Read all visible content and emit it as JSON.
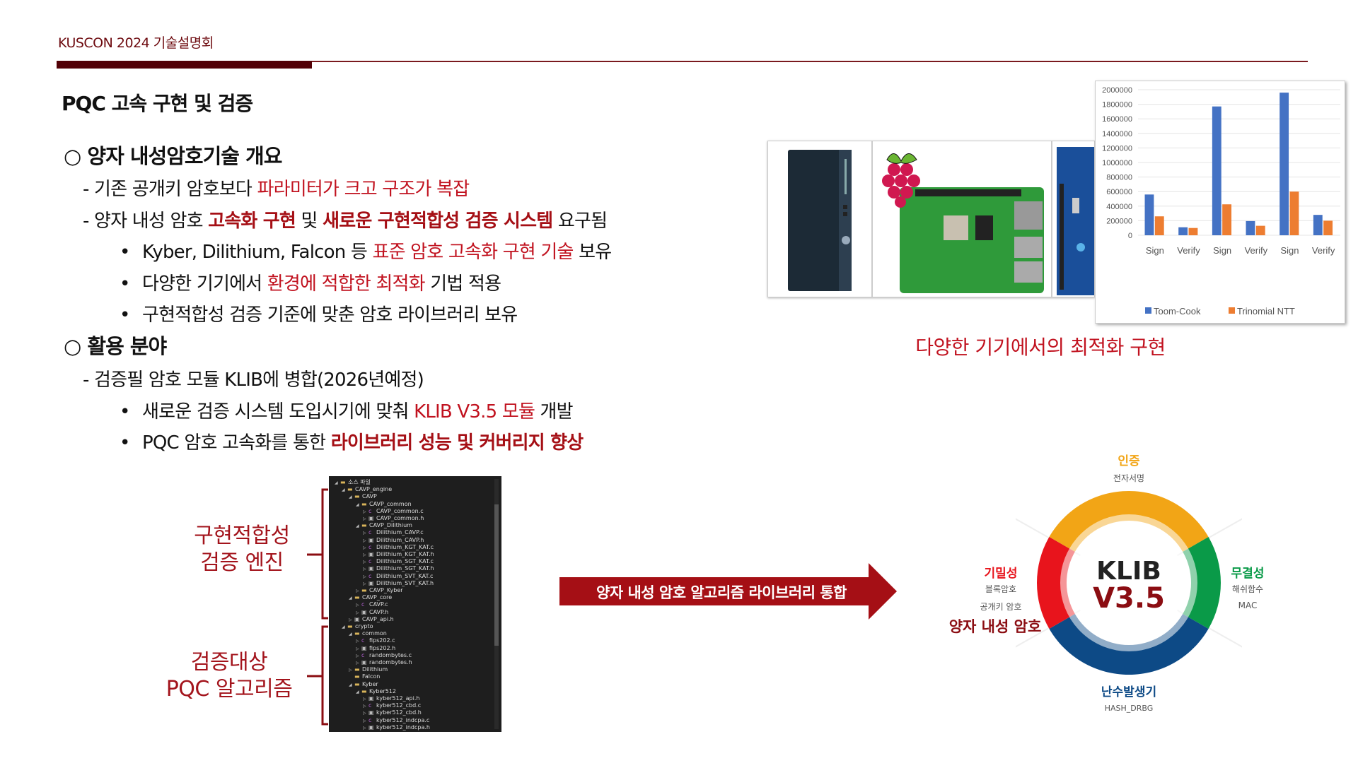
{
  "header": {
    "event": "KUSCON 2024 기술설명회"
  },
  "title": "PQC 고속 구현 및 검증",
  "sections": [
    {
      "heading": "○ 양자 내성암호기술 개요",
      "lines": [
        {
          "level": 1,
          "segments": [
            {
              "t": "- 기존 공개키 암호보다 ",
              "s": "n"
            },
            {
              "t": "파라미터가 크고 구조가 복잡",
              "s": "r"
            }
          ]
        },
        {
          "level": 1,
          "segments": [
            {
              "t": "- 양자 내성 암호 ",
              "s": "n"
            },
            {
              "t": "고속화 구현",
              "s": "b"
            },
            {
              "t": " 및 ",
              "s": "n"
            },
            {
              "t": "새로운 구현적합성 검증 시스템",
              "s": "b"
            },
            {
              "t": " 요구됨",
              "s": "n"
            }
          ]
        },
        {
          "level": 2,
          "segments": [
            {
              "t": "Kyber, Dilithium, Falcon 등 ",
              "s": "n"
            },
            {
              "t": "표준 암호 고속화 구현 기술",
              "s": "r"
            },
            {
              "t": " 보유",
              "s": "n"
            }
          ]
        },
        {
          "level": 2,
          "segments": [
            {
              "t": "다양한 기기에서 ",
              "s": "n"
            },
            {
              "t": "환경에 적합한 최적화",
              "s": "r"
            },
            {
              "t": " 기법 적용",
              "s": "n"
            }
          ]
        },
        {
          "level": 2,
          "segments": [
            {
              "t": "구현적합성 검증 기준에 맞춘 암호 라이브러리 보유",
              "s": "n"
            }
          ]
        }
      ]
    },
    {
      "heading": "○ 활용 분야",
      "lines": [
        {
          "level": 1,
          "segments": [
            {
              "t": "-  검증필 암호 모듈 KLIB에 병합(2026년예정)",
              "s": "n"
            }
          ]
        },
        {
          "level": 2,
          "segments": [
            {
              "t": "새로운 검증 시스템 도입시기에 맞춰 ",
              "s": "n"
            },
            {
              "t": "KLIB V3.5 모듈",
              "s": "r"
            },
            {
              "t": " 개발",
              "s": "n"
            }
          ]
        },
        {
          "level": 2,
          "segments": [
            {
              "t": "PQC 암호 고속화를 통한 ",
              "s": "n"
            },
            {
              "t": "라이브러리 성능 및 커버리지 향상",
              "s": "b"
            }
          ]
        }
      ]
    }
  ],
  "bullet": "•",
  "devices_caption": "다양한 기기에서의 최적화 구현",
  "chart_data": {
    "type": "bar",
    "categories": [
      "Sign",
      "Verify",
      "Sign",
      "Verify",
      "Sign",
      "Verify"
    ],
    "series": [
      {
        "name": "Toom-Cook",
        "color": "#4472c4",
        "values": [
          560000,
          110000,
          1770000,
          195000,
          1960000,
          280000
        ]
      },
      {
        "name": "Trinomial NTT",
        "color": "#ed7d31",
        "values": [
          260000,
          100000,
          425000,
          130000,
          600000,
          200000
        ]
      }
    ],
    "yticks": [
      0,
      200000,
      400000,
      600000,
      800000,
      1000000,
      1200000,
      1400000,
      1600000,
      1800000,
      2000000
    ],
    "ylim": [
      0,
      2000000
    ],
    "grid": true,
    "legend": "bottom"
  },
  "tree": [
    {
      "lv": 0,
      "a": "◢",
      "k": "fo",
      "n": "소스 파일"
    },
    {
      "lv": 1,
      "a": "◢",
      "k": "fo",
      "n": "CAVP_engine"
    },
    {
      "lv": 2,
      "a": "◢",
      "k": "fo",
      "n": "CAVP"
    },
    {
      "lv": 3,
      "a": "◢",
      "k": "fo",
      "n": "CAVP_common"
    },
    {
      "lv": 4,
      "a": "▷",
      "k": "c",
      "n": "CAVP_common.c"
    },
    {
      "lv": 4,
      "a": "▷",
      "k": "h",
      "n": "CAVP_common.h"
    },
    {
      "lv": 3,
      "a": "◢",
      "k": "fo",
      "n": "CAVP_Dilithium"
    },
    {
      "lv": 4,
      "a": "▷",
      "k": "c",
      "n": "Dilithium_CAVP.c"
    },
    {
      "lv": 4,
      "a": "▷",
      "k": "h",
      "n": "Dilithium_CAVP.h"
    },
    {
      "lv": 4,
      "a": "▷",
      "k": "c",
      "n": "Dilithium_KGT_KAT.c"
    },
    {
      "lv": 4,
      "a": "▷",
      "k": "h",
      "n": "Dilithium_KGT_KAT.h"
    },
    {
      "lv": 4,
      "a": "▷",
      "k": "c",
      "n": "Dilithium_SGT_KAT.c"
    },
    {
      "lv": 4,
      "a": "▷",
      "k": "h",
      "n": "Dilithium_SGT_KAT.h"
    },
    {
      "lv": 4,
      "a": "▷",
      "k": "c",
      "n": "Dilithium_SVT_KAT.c"
    },
    {
      "lv": 4,
      "a": "▷",
      "k": "h",
      "n": "Dilithium_SVT_KAT.h"
    },
    {
      "lv": 3,
      "a": "▷",
      "k": "fc",
      "n": "CAVP_Kyber"
    },
    {
      "lv": 2,
      "a": "◢",
      "k": "fo",
      "n": "CAVP_core"
    },
    {
      "lv": 3,
      "a": "▷",
      "k": "c",
      "n": "CAVP.c"
    },
    {
      "lv": 3,
      "a": "▷",
      "k": "h",
      "n": "CAVP.h"
    },
    {
      "lv": 2,
      "a": "▷",
      "k": "h",
      "n": "CAVP_api.h"
    },
    {
      "lv": 1,
      "a": "◢",
      "k": "fo",
      "n": "crypto"
    },
    {
      "lv": 2,
      "a": "◢",
      "k": "fo",
      "n": "common"
    },
    {
      "lv": 3,
      "a": "▷",
      "k": "c",
      "n": "fips202.c"
    },
    {
      "lv": 3,
      "a": "▷",
      "k": "h",
      "n": "fips202.h"
    },
    {
      "lv": 3,
      "a": "▷",
      "k": "c",
      "n": "randombytes.c"
    },
    {
      "lv": 3,
      "a": "▷",
      "k": "h",
      "n": "randombytes.h"
    },
    {
      "lv": 2,
      "a": "▷",
      "k": "fc",
      "n": "Dilithium"
    },
    {
      "lv": 2,
      "a": "",
      "k": "fc",
      "n": "Falcon"
    },
    {
      "lv": 2,
      "a": "◢",
      "k": "fo",
      "n": "Kyber"
    },
    {
      "lv": 3,
      "a": "◢",
      "k": "fo",
      "n": "Kyber512"
    },
    {
      "lv": 4,
      "a": "▷",
      "k": "h",
      "n": "kyber512_api.h"
    },
    {
      "lv": 4,
      "a": "▷",
      "k": "c",
      "n": "kyber512_cbd.c"
    },
    {
      "lv": 4,
      "a": "▷",
      "k": "h",
      "n": "kyber512_cbd.h"
    },
    {
      "lv": 4,
      "a": "▷",
      "k": "c",
      "n": "kyber512_indcpa.c"
    },
    {
      "lv": 4,
      "a": "▷",
      "k": "h",
      "n": "kyber512_indcpa.h"
    }
  ],
  "brackets": {
    "engine": [
      "구현적합성",
      "검증 엔진"
    ],
    "target": [
      "검증대상",
      "PQC 알고리즘"
    ]
  },
  "arrow_label": "양자 내성 암호 알고리즘 라이브러리 통합",
  "klib": {
    "name": "KLIB",
    "version": "V3.5",
    "auth": {
      "title": "인증",
      "items": [
        "전자서명"
      ],
      "color": "#f2a516"
    },
    "conf": {
      "title": "기밀성",
      "items": [
        "블록암호",
        "공개키 암호"
      ],
      "extra": "양자 내성 암호",
      "color": "#e8141c"
    },
    "integ": {
      "title": "무결성",
      "items": [
        "해쉬함수",
        "MAC"
      ],
      "color": "#0a9a48"
    },
    "rng": {
      "title": "난수발생기",
      "items": [
        "HASH_DRBG"
      ],
      "color": "#0d4a86"
    }
  }
}
